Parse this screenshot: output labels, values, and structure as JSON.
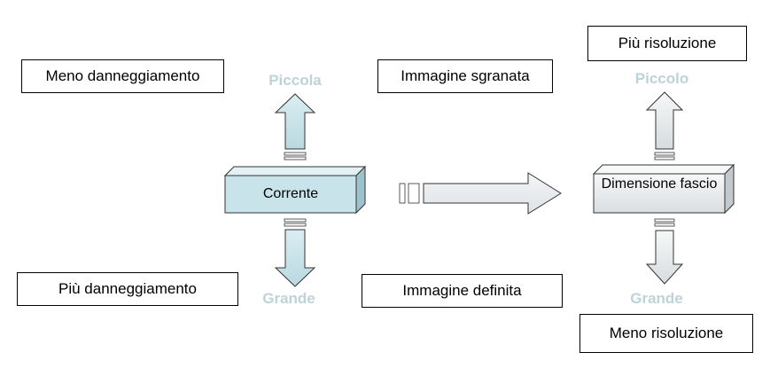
{
  "colors": {
    "current_face": "#c8e4ea",
    "current_top": "#e3f1f4",
    "current_side": "#9cc2cb",
    "beam_face": "#eceff0",
    "beam_top": "#f7f8f8",
    "beam_side": "#c3c9cc",
    "arrow_left_blue": "#c8e4ea",
    "arrow_grey": "#e8ecee",
    "word_color": "#bcd3d9"
  },
  "icons": {
    "up_arrow": "up-arrow-icon",
    "down_arrow": "down-arrow-icon",
    "right_arrow": "right-arrow-icon"
  },
  "left": {
    "top_label": "Meno danneggiamento",
    "top_word": "Piccola",
    "box_label": "Corrente",
    "bottom_word": "Grande",
    "bottom_label": "Più danneggiamento"
  },
  "middle": {
    "top_label": "Immagine sgranata",
    "bottom_label": "Immagine definita"
  },
  "right": {
    "top_label": "Più risoluzione",
    "top_word": "Piccolo",
    "box_label": "Dimensione fascio",
    "bottom_word": "Grande",
    "bottom_label": "Meno risoluzione"
  }
}
